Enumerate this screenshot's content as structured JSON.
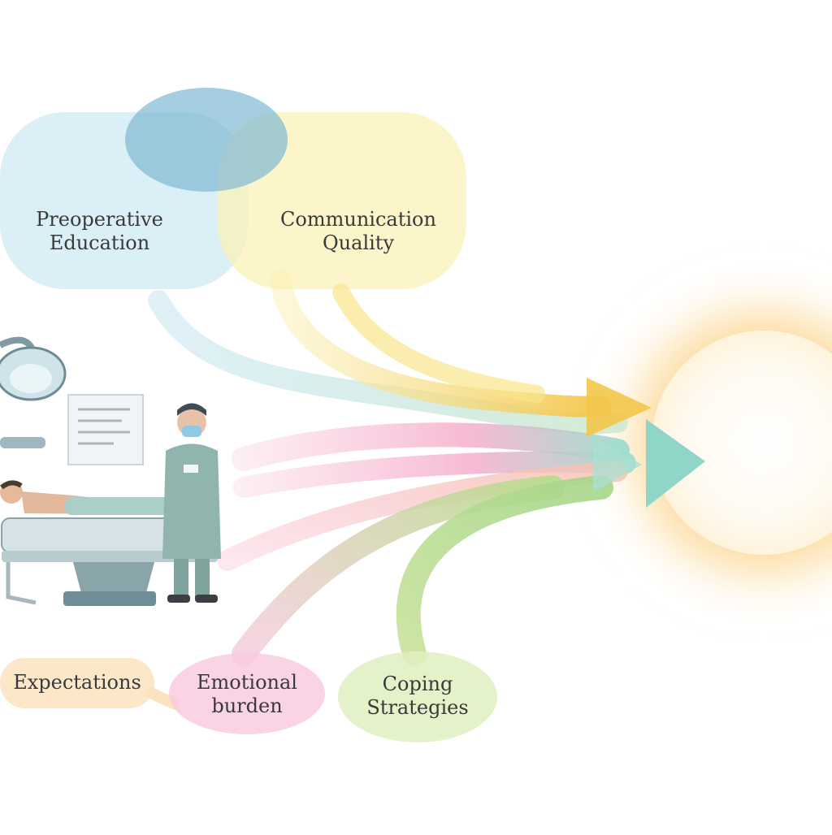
{
  "nodes": {
    "preoperative_education": [
      "Preoperative",
      "Education"
    ],
    "communication_quality": [
      "Communication",
      "Quality"
    ],
    "expectations": [
      "Expectations"
    ],
    "emotional_burden": [
      "Emotional",
      "burden"
    ],
    "coping_strategies": [
      "Coping",
      "Strategies"
    ]
  },
  "colors": {
    "education": "#cfeaf3",
    "education_overlap": "#7fb9d3",
    "communication": "#fbf2b8",
    "expectations": "#fce3bf",
    "emotional": "#f9c9de",
    "coping": "#dff0c0",
    "arrow_yellow": "#f3c64a",
    "arrow_teal": "#8fd6c9",
    "outcome_glow": "#fbd58c"
  },
  "icons": [
    "operating-lamp-icon",
    "monitor-screen-icon",
    "patient-on-table-icon",
    "surgeon-icon"
  ]
}
